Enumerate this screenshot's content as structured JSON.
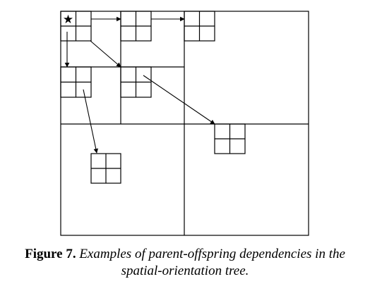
{
  "figure": {
    "label": "Figure 7.",
    "caption_line1": "Examples of parent-offspring dependencies in the",
    "caption_line2": "spatial-orientation tree."
  },
  "diagram": {
    "root_marker": "★",
    "line_color": "#000000"
  }
}
